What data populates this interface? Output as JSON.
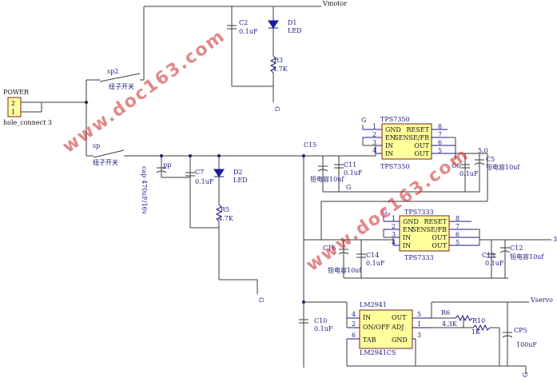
{
  "colors": {
    "wire": "#3a3a3a",
    "label": "#1a1a80",
    "ic_fill": "#ffff9c",
    "ic_border": "#7a2020",
    "watermark": "#c82828"
  },
  "watermark": {
    "text": "www.doc163.com"
  },
  "power": {
    "title": "POWER",
    "pin2": "2",
    "pin1": "1",
    "ref": "hole_connect 3"
  },
  "switches": {
    "sp2": {
      "name": "sp2",
      "label": "纽子开关"
    },
    "sp": {
      "name": "sp",
      "label": "纽子开关"
    }
  },
  "nets": {
    "vmotor": "Vmotor",
    "vservo": "Vservo",
    "v50": "5.0",
    "v3": "3",
    "g": "G"
  },
  "top_branch": {
    "c2": {
      "ref": "C2",
      "value": "0.1uF"
    },
    "d1": {
      "ref": "D1",
      "value": "LED"
    },
    "r3": {
      "ref": "R3",
      "value": "4.7K"
    }
  },
  "mid_branch": {
    "pp": {
      "ref": "pp",
      "value": "cap 470uF/16v"
    },
    "c7": {
      "ref": "C7",
      "value": "0.1uF"
    },
    "d2": {
      "ref": "D2",
      "value": "LED"
    },
    "r5": {
      "ref": "R5",
      "value": "4.7K"
    }
  },
  "tps7350": {
    "title": "TPS7350",
    "subtitle": "TPS7350",
    "left_pins": [
      {
        "num": "1",
        "name": "GND"
      },
      {
        "num": "2",
        "name": "EN"
      },
      {
        "num": "3",
        "name": "IN"
      },
      {
        "num": "4",
        "name": "IN"
      }
    ],
    "right_pins": [
      {
        "num": "8",
        "name": "RESET"
      },
      {
        "num": "7",
        "name": "SENSE/FB"
      },
      {
        "num": "6",
        "name": "OUT"
      },
      {
        "num": "5",
        "name": "OUT"
      }
    ],
    "c15": "C15",
    "c11": {
      "ref": "C11",
      "value": "0.1uF"
    },
    "tant_in": "钽电容10uf",
    "c6": {
      "ref": "C6",
      "value": "0.1uF"
    },
    "c5": {
      "ref": "C5",
      "value": "钽电容10uf"
    }
  },
  "tps7333": {
    "title": "TPS7333",
    "subtitle": "TPS7333",
    "left_pins": [
      {
        "num": "1",
        "name": "GND"
      },
      {
        "num": "2",
        "name": "EN"
      },
      {
        "num": "3",
        "name": "IN"
      },
      {
        "num": "4",
        "name": "IN"
      }
    ],
    "right_pins": [
      {
        "num": "8",
        "name": "RESET"
      },
      {
        "num": "7",
        "name": "SENSE/FB"
      },
      {
        "num": "6",
        "name": "OUT"
      },
      {
        "num": "5",
        "name": "OUT"
      }
    ],
    "c16": "C16",
    "c14": {
      "ref": "C14",
      "value": "0.1uF"
    },
    "tant_in": "钽电容10uf",
    "c13": {
      "ref": "C13",
      "value": "0.1uF"
    },
    "c12": {
      "ref": "C12",
      "value": "钽电容10uf"
    }
  },
  "lm2941": {
    "title": "LM2941",
    "subtitle": "LM2941CS",
    "pins": {
      "in": "IN",
      "onoff": "ON/OFF",
      "tab": "TAB",
      "out": "OUT",
      "adj": "ADJ",
      "gnd": "GND"
    },
    "nums": {
      "in": "4",
      "onoff": "2",
      "tab": "6",
      "out": "5",
      "adj": "1",
      "gnd": "3"
    },
    "c10": {
      "ref": "C10",
      "value": "0.1uF"
    },
    "r6": {
      "ref": "R6",
      "value": "4.3K"
    },
    "r10": {
      "ref": "R10",
      "value": "1K"
    },
    "cp5": {
      "ref": "CP5",
      "value": "100uF"
    }
  }
}
